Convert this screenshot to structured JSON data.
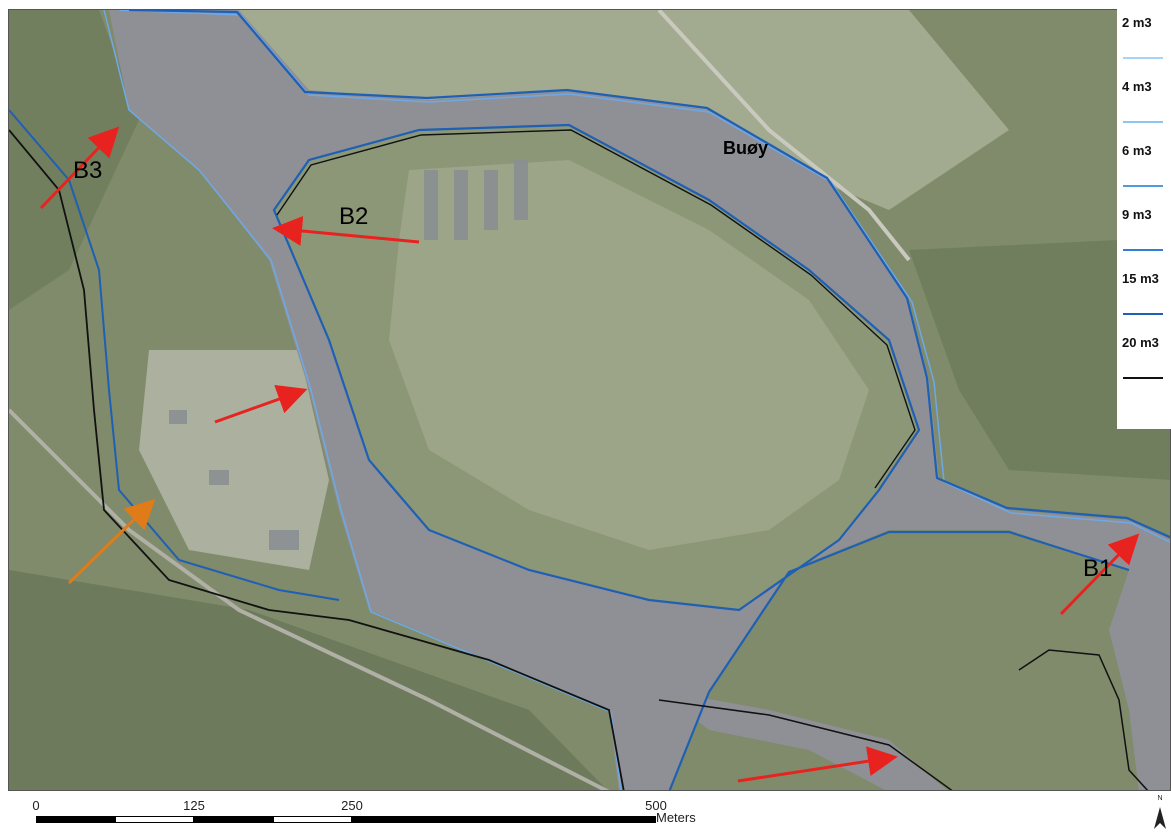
{
  "map": {
    "place_label": "Buøy",
    "site_labels": [
      "B1",
      "B2",
      "B3"
    ],
    "colors": {
      "vegetation": "#7f8b6a",
      "vegetation_dark": "#5f6e4e",
      "open_field": "#aeb59c",
      "river": "#8f9096",
      "arrow_red": "#e8231f",
      "arrow_orange": "#e07b19",
      "outline_black": "#111111",
      "outline_dark_blue": "#1f5fb4",
      "outline_light_blue": "#6fa8e6"
    }
  },
  "legend": {
    "items": [
      {
        "label": "2 m3",
        "color": "#a9d3f5"
      },
      {
        "label": "4 m3",
        "color": "#8cc6f0"
      },
      {
        "label": "6 m3",
        "color": "#4d9be0"
      },
      {
        "label": "9 m3",
        "color": "#2f7fd3"
      },
      {
        "label": "15 m3",
        "color": "#1f5fb4"
      },
      {
        "label": "20 m3",
        "color": "#111111"
      }
    ]
  },
  "scalebar": {
    "ticks": [
      "0",
      "125",
      "250",
      "500"
    ],
    "unit": "Meters"
  },
  "north_arrow": {
    "label": "N",
    "icon": "north-arrow-icon"
  }
}
